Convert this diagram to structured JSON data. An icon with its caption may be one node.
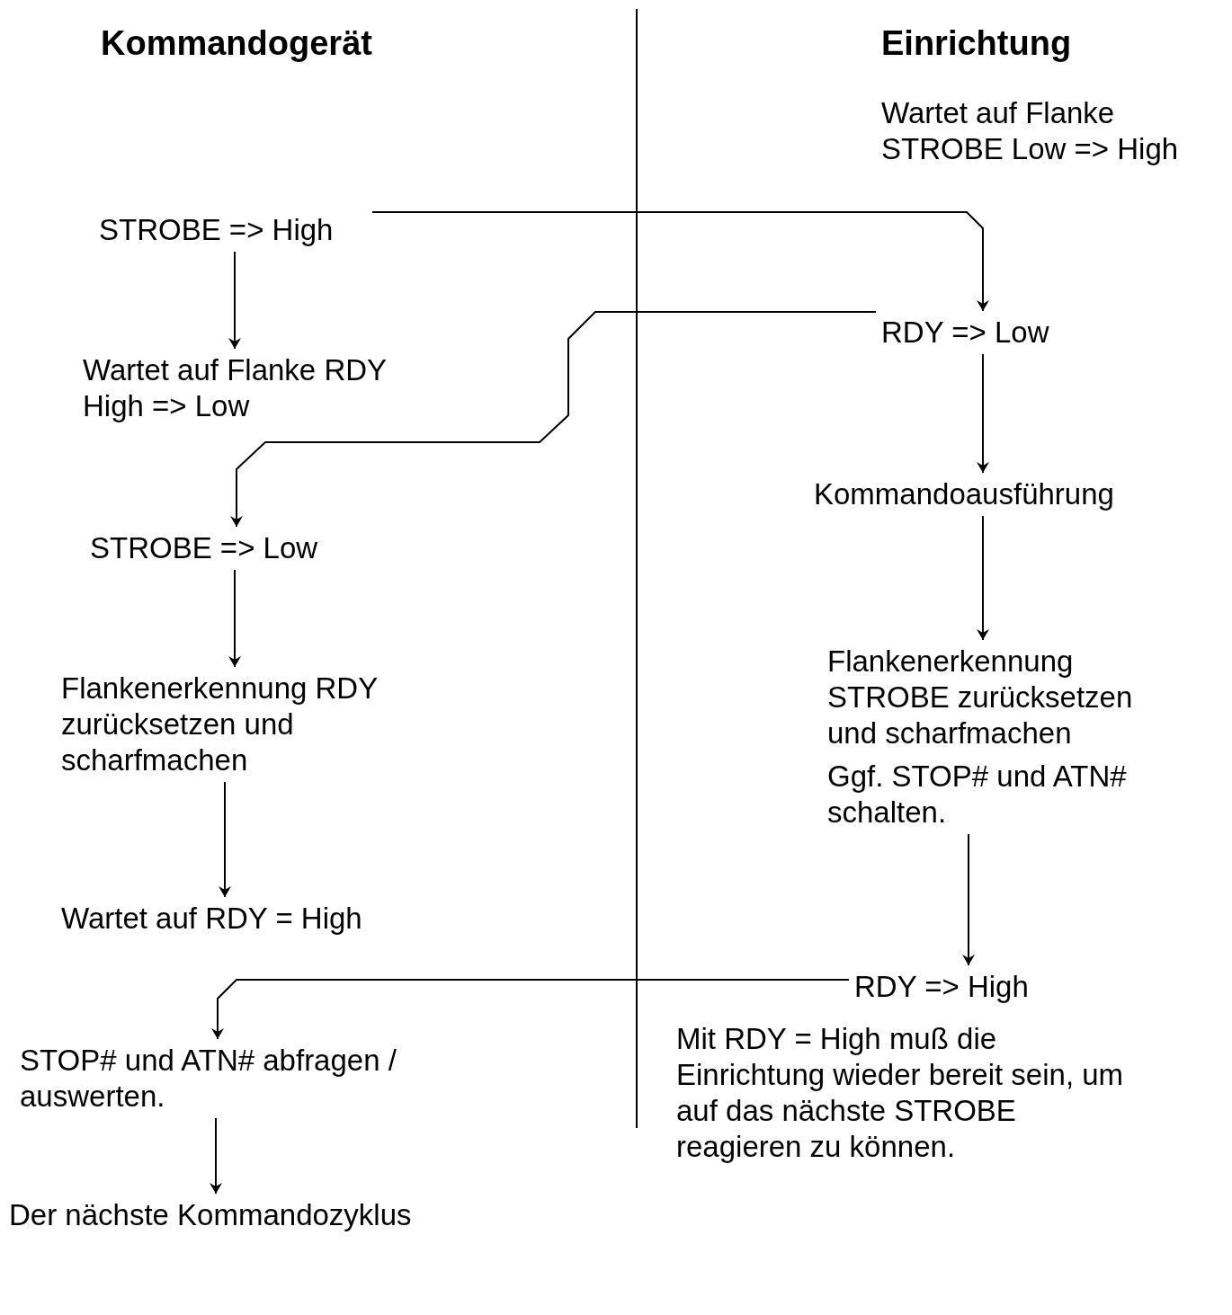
{
  "diagram": {
    "nodes": [
      {
        "text": [
          "STROBE => High"
        ]
      },
      {
        "text": [
          "Wartet auf Flanke RDY High => Low"
        ]
      },
      {
        "text": [
          "STROBE => Low"
        ]
      },
      {
        "text": [
          "Flankenerkennung RDY zurücksetzen und scharfmachen"
        ]
      },
      {
        "text": [
          "Wartet auf RDY = High"
        ]
      },
      {
        "text": [
          "STOP# und ATN# abfragen / auswerten."
        ]
      },
      {
        "text": [
          "Der nächste Kommandozyklus"
        ]
      },
      {
        "text": [
          "RDY => Low"
        ]
      },
      {
        "text": [
          "Kommandoausführung"
        ]
      },
      {
        "text": [
          "Flankenerkennung STROBE zurücksetzen und scharfmachen",
          "Ggf. STOP# und ATN# schalten."
        ]
      },
      {
        "text": [
          "RDY => High"
        ]
      }
    ],
    "edges": [
      {
        "from": 0,
        "to": 1,
        "arrow": "to"
      },
      {
        "from": 0,
        "to": 7,
        "arrow": "to"
      },
      {
        "from": 7,
        "to": 2,
        "arrow": "to"
      },
      {
        "from": 2,
        "to": 3,
        "arrow": "to"
      },
      {
        "from": 3,
        "to": 4,
        "arrow": "to"
      },
      {
        "from": 7,
        "to": 8,
        "arrow": "to"
      },
      {
        "from": 8,
        "to": 9,
        "arrow": "to"
      },
      {
        "from": 9,
        "to": 10,
        "arrow": "to"
      },
      {
        "from": 10,
        "to": 5,
        "arrow": "to"
      },
      {
        "from": 5,
        "to": 6,
        "arrow": "to"
      }
    ],
    "labels": [
      "Kommandogerät",
      "Einrichtung",
      "Wartet auf Flanke STROBE Low => High",
      "Mit RDY = High muß die Einrichtung wieder bereit sein, um auf das nächste STROBE reagieren zu können."
    ]
  }
}
